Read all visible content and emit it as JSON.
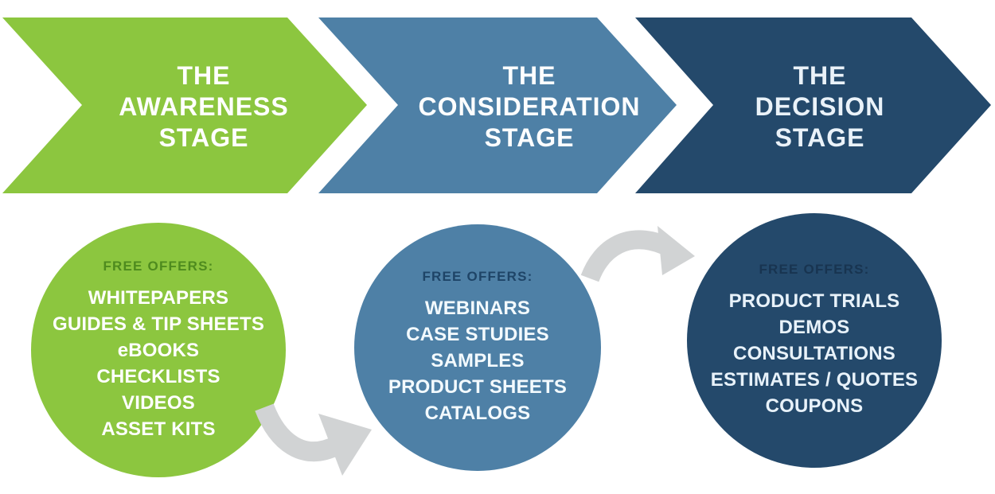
{
  "palette": {
    "background": "#FFFFFF",
    "connector_gray": "#D1D3D4"
  },
  "stages": [
    {
      "name": "awareness",
      "color": "#8CC63F",
      "title_lines": [
        "THE",
        "AWARENESS",
        "STAGE"
      ],
      "title_color": "#FFFFFF",
      "offers_header": "FREE OFFERS:",
      "header_color": "#4E8B1E",
      "list_color": "#FFFFFF",
      "offers": [
        "WHITEPAPERS",
        "GUIDES & TIP SHEETS",
        "eBOOKS",
        "CHECKLISTS",
        "VIDEOS",
        "ASSET KITS"
      ]
    },
    {
      "name": "consideration",
      "color": "#4E80A6",
      "title_lines": [
        "THE",
        "CONSIDERATION",
        "STAGE"
      ],
      "title_color": "#FDFEFF",
      "offers_header": "FREE OFFERS:",
      "header_color": "#1E4467",
      "list_color": "#F3FAFE",
      "offers": [
        "WEBINARS",
        "CASE STUDIES",
        "SAMPLES",
        "PRODUCT SHEETS",
        "CATALOGS"
      ]
    },
    {
      "name": "decision",
      "color": "#24496B",
      "title_lines": [
        "THE",
        "DECISION",
        "STAGE"
      ],
      "title_color": "#EAF2F9",
      "offers_header": "FREE OFFERS:",
      "header_color": "#183450",
      "list_color": "#E8F2FA",
      "offers": [
        "PRODUCT TRIALS",
        "DEMOS",
        "CONSULTATIONS",
        "ESTIMATES / QUOTES",
        "COUPONS"
      ]
    }
  ]
}
